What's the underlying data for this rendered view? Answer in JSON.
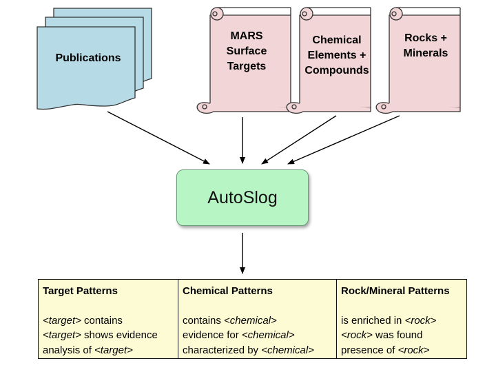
{
  "inputs": {
    "publications": "Publications",
    "mars_targets": [
      "MARS",
      "Surface",
      "Targets"
    ],
    "chemicals": [
      "Chemical",
      "Elements +",
      "Compounds"
    ],
    "rocks": [
      "Rocks +",
      "Minerals"
    ]
  },
  "center": {
    "label": "AutoSlog"
  },
  "columns": [
    {
      "header": "Target Patterns",
      "lines": [
        [
          "",
          "<target>",
          " contains"
        ],
        [
          "",
          "<target>",
          " shows evidence"
        ],
        [
          "analysis of ",
          "<target>",
          ""
        ]
      ]
    },
    {
      "header": "Chemical Patterns",
      "lines": [
        [
          "contains ",
          "<chemical>",
          ""
        ],
        [
          "evidence for ",
          "<chemical>",
          ""
        ],
        [
          "characterized by ",
          "<chemical>",
          ""
        ]
      ]
    },
    {
      "header": "Rock/Mineral Patterns",
      "lines": [
        [
          "is enriched in ",
          "<rock>",
          ""
        ],
        [
          "",
          "<rock>",
          " was found"
        ],
        [
          "presence of ",
          "<rock>",
          ""
        ]
      ]
    }
  ],
  "colors": {
    "document_fill": "#b7dbe6",
    "scroll_fill": "#f2d5d6",
    "center_fill": "#b8f5c4",
    "table_fill": "#fdfbd3"
  }
}
